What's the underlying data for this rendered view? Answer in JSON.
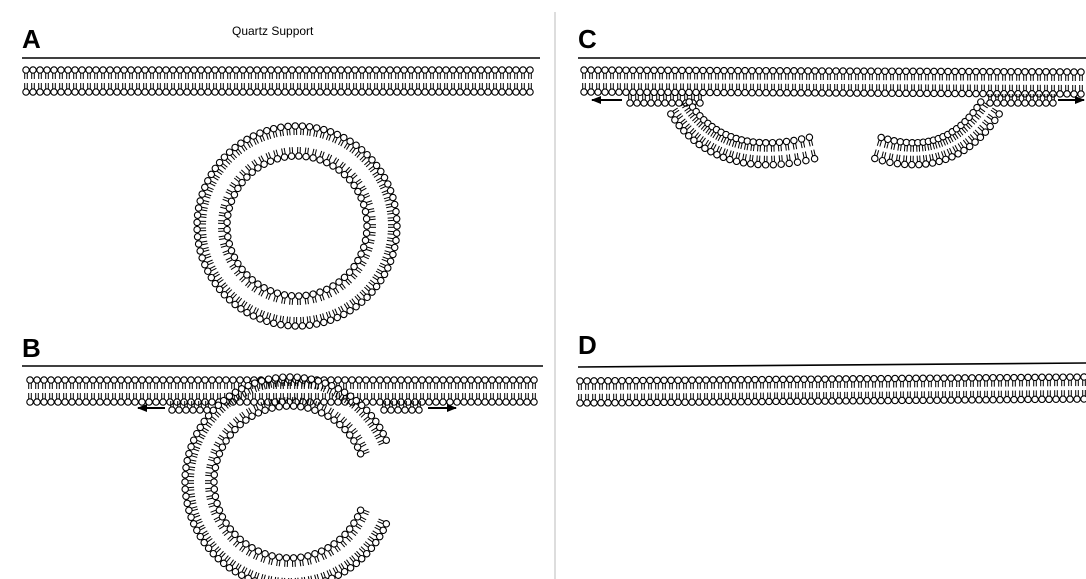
{
  "figure": {
    "caption": "Quartz Support",
    "panels": [
      {
        "id": "A",
        "label": "A"
      },
      {
        "id": "B",
        "label": "B"
      },
      {
        "id": "C",
        "label": "C"
      },
      {
        "id": "D",
        "label": "D"
      }
    ],
    "colors": {
      "ink": "#000000",
      "background": "#ffffff",
      "divider": "#bbbbbb"
    }
  }
}
